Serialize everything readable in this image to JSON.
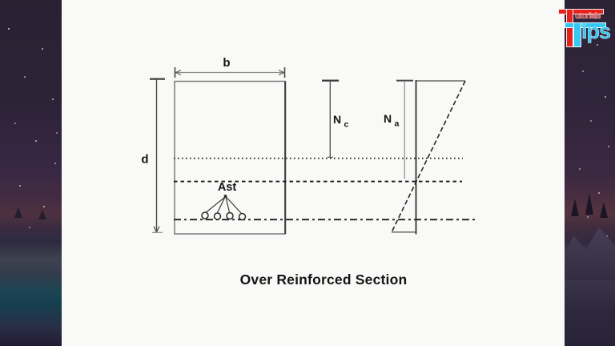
{
  "logo": {
    "word1_initial": "T",
    "word1_rest": "utorials",
    "word2_initial": "T",
    "word2_rest": "ips",
    "color_red": "#e5211d",
    "color_cyan": "#35c8f2"
  },
  "diagram": {
    "caption": "Over Reinforced Section",
    "labels": {
      "beam_width": "b",
      "effective_depth": "d",
      "steel_area": "Ast",
      "nc_main": "N",
      "nc_sub": "c",
      "na_main": "N",
      "na_sub": "a"
    }
  }
}
